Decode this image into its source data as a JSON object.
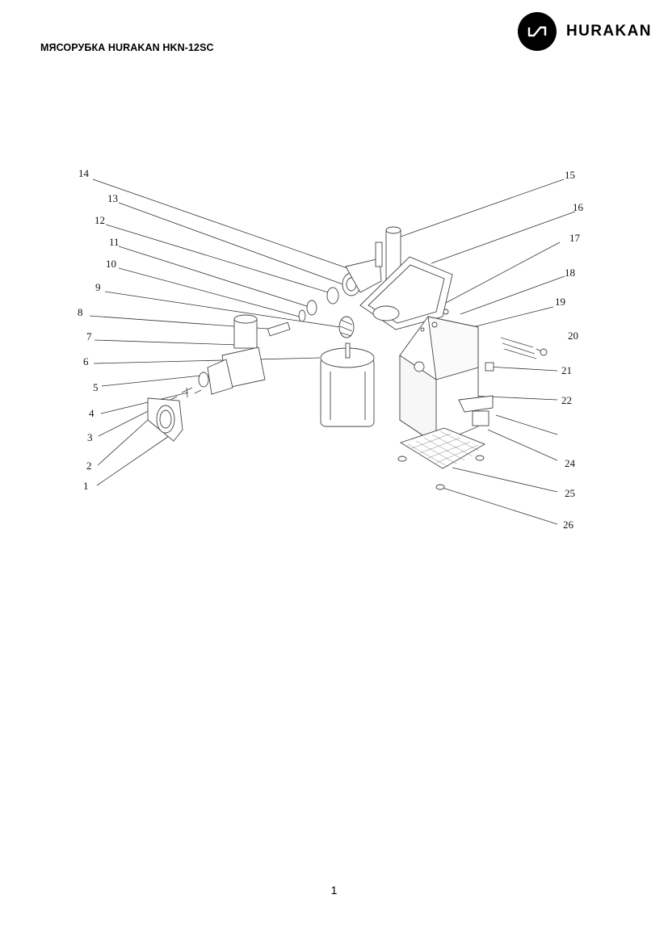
{
  "header": {
    "title": "МЯСОРУБКА HURAKAN HKN-12SC",
    "brand": "HURAKAN",
    "logo_icon": "hurakan-logo-icon"
  },
  "diagram": {
    "callouts": [
      "1",
      "2",
      "3",
      "4",
      "5",
      "6",
      "7",
      "8",
      "9",
      "10",
      "11",
      "12",
      "13",
      "14",
      "15",
      "16",
      "17",
      "18",
      "19",
      "20",
      "21",
      "22",
      "24",
      "25",
      "26"
    ]
  },
  "footer": {
    "page_number": "1"
  },
  "colors": {
    "ink": "#111111",
    "brand": "#000000"
  }
}
